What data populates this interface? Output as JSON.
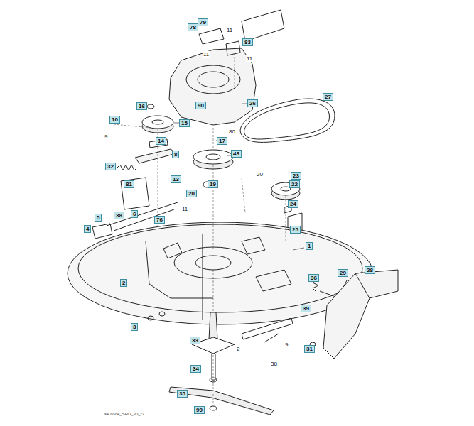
{
  "diagram": {
    "labels": [
      "79",
      "78",
      "11",
      "83",
      "11",
      "11",
      "90",
      "26",
      "16",
      "27",
      "10",
      "15",
      "80",
      "9",
      "14",
      "17",
      "8",
      "43",
      "32",
      "13",
      "20",
      "23",
      "19",
      "22",
      "81",
      "20",
      "24",
      "11",
      "5",
      "38",
      "6",
      "76",
      "25",
      "4",
      "1",
      "2",
      "36",
      "29",
      "28",
      "39",
      "3",
      "9",
      "31",
      "33",
      "2",
      "38",
      "34",
      "35",
      "99",
      "ise code_SRD_30_r3"
    ]
  }
}
